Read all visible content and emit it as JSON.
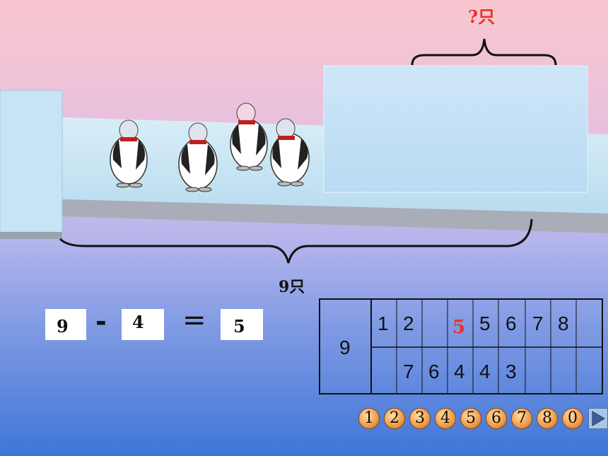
{
  "braces": {
    "top_label": "?只",
    "bottom_label": "9只"
  },
  "equation": {
    "minuend": "9",
    "operator": "-",
    "subtrahend": "4",
    "equals": "=",
    "result": "5"
  },
  "decomposition": {
    "total": "9",
    "top_row": [
      "1",
      "2",
      "",
      "5",
      "5",
      "6",
      "7",
      "8",
      ""
    ],
    "bottom_row": [
      "",
      "7",
      "6",
      "4",
      "4",
      "3",
      "",
      "",
      ""
    ],
    "highlight_color": "#e8322a"
  },
  "number_buttons": [
    "1",
    "2",
    "3",
    "4",
    "5",
    "6",
    "7",
    "8",
    "0"
  ],
  "colors": {
    "ice": "#cde7f6",
    "answer_box": "#ffffff",
    "highlight": "#e8322a"
  }
}
